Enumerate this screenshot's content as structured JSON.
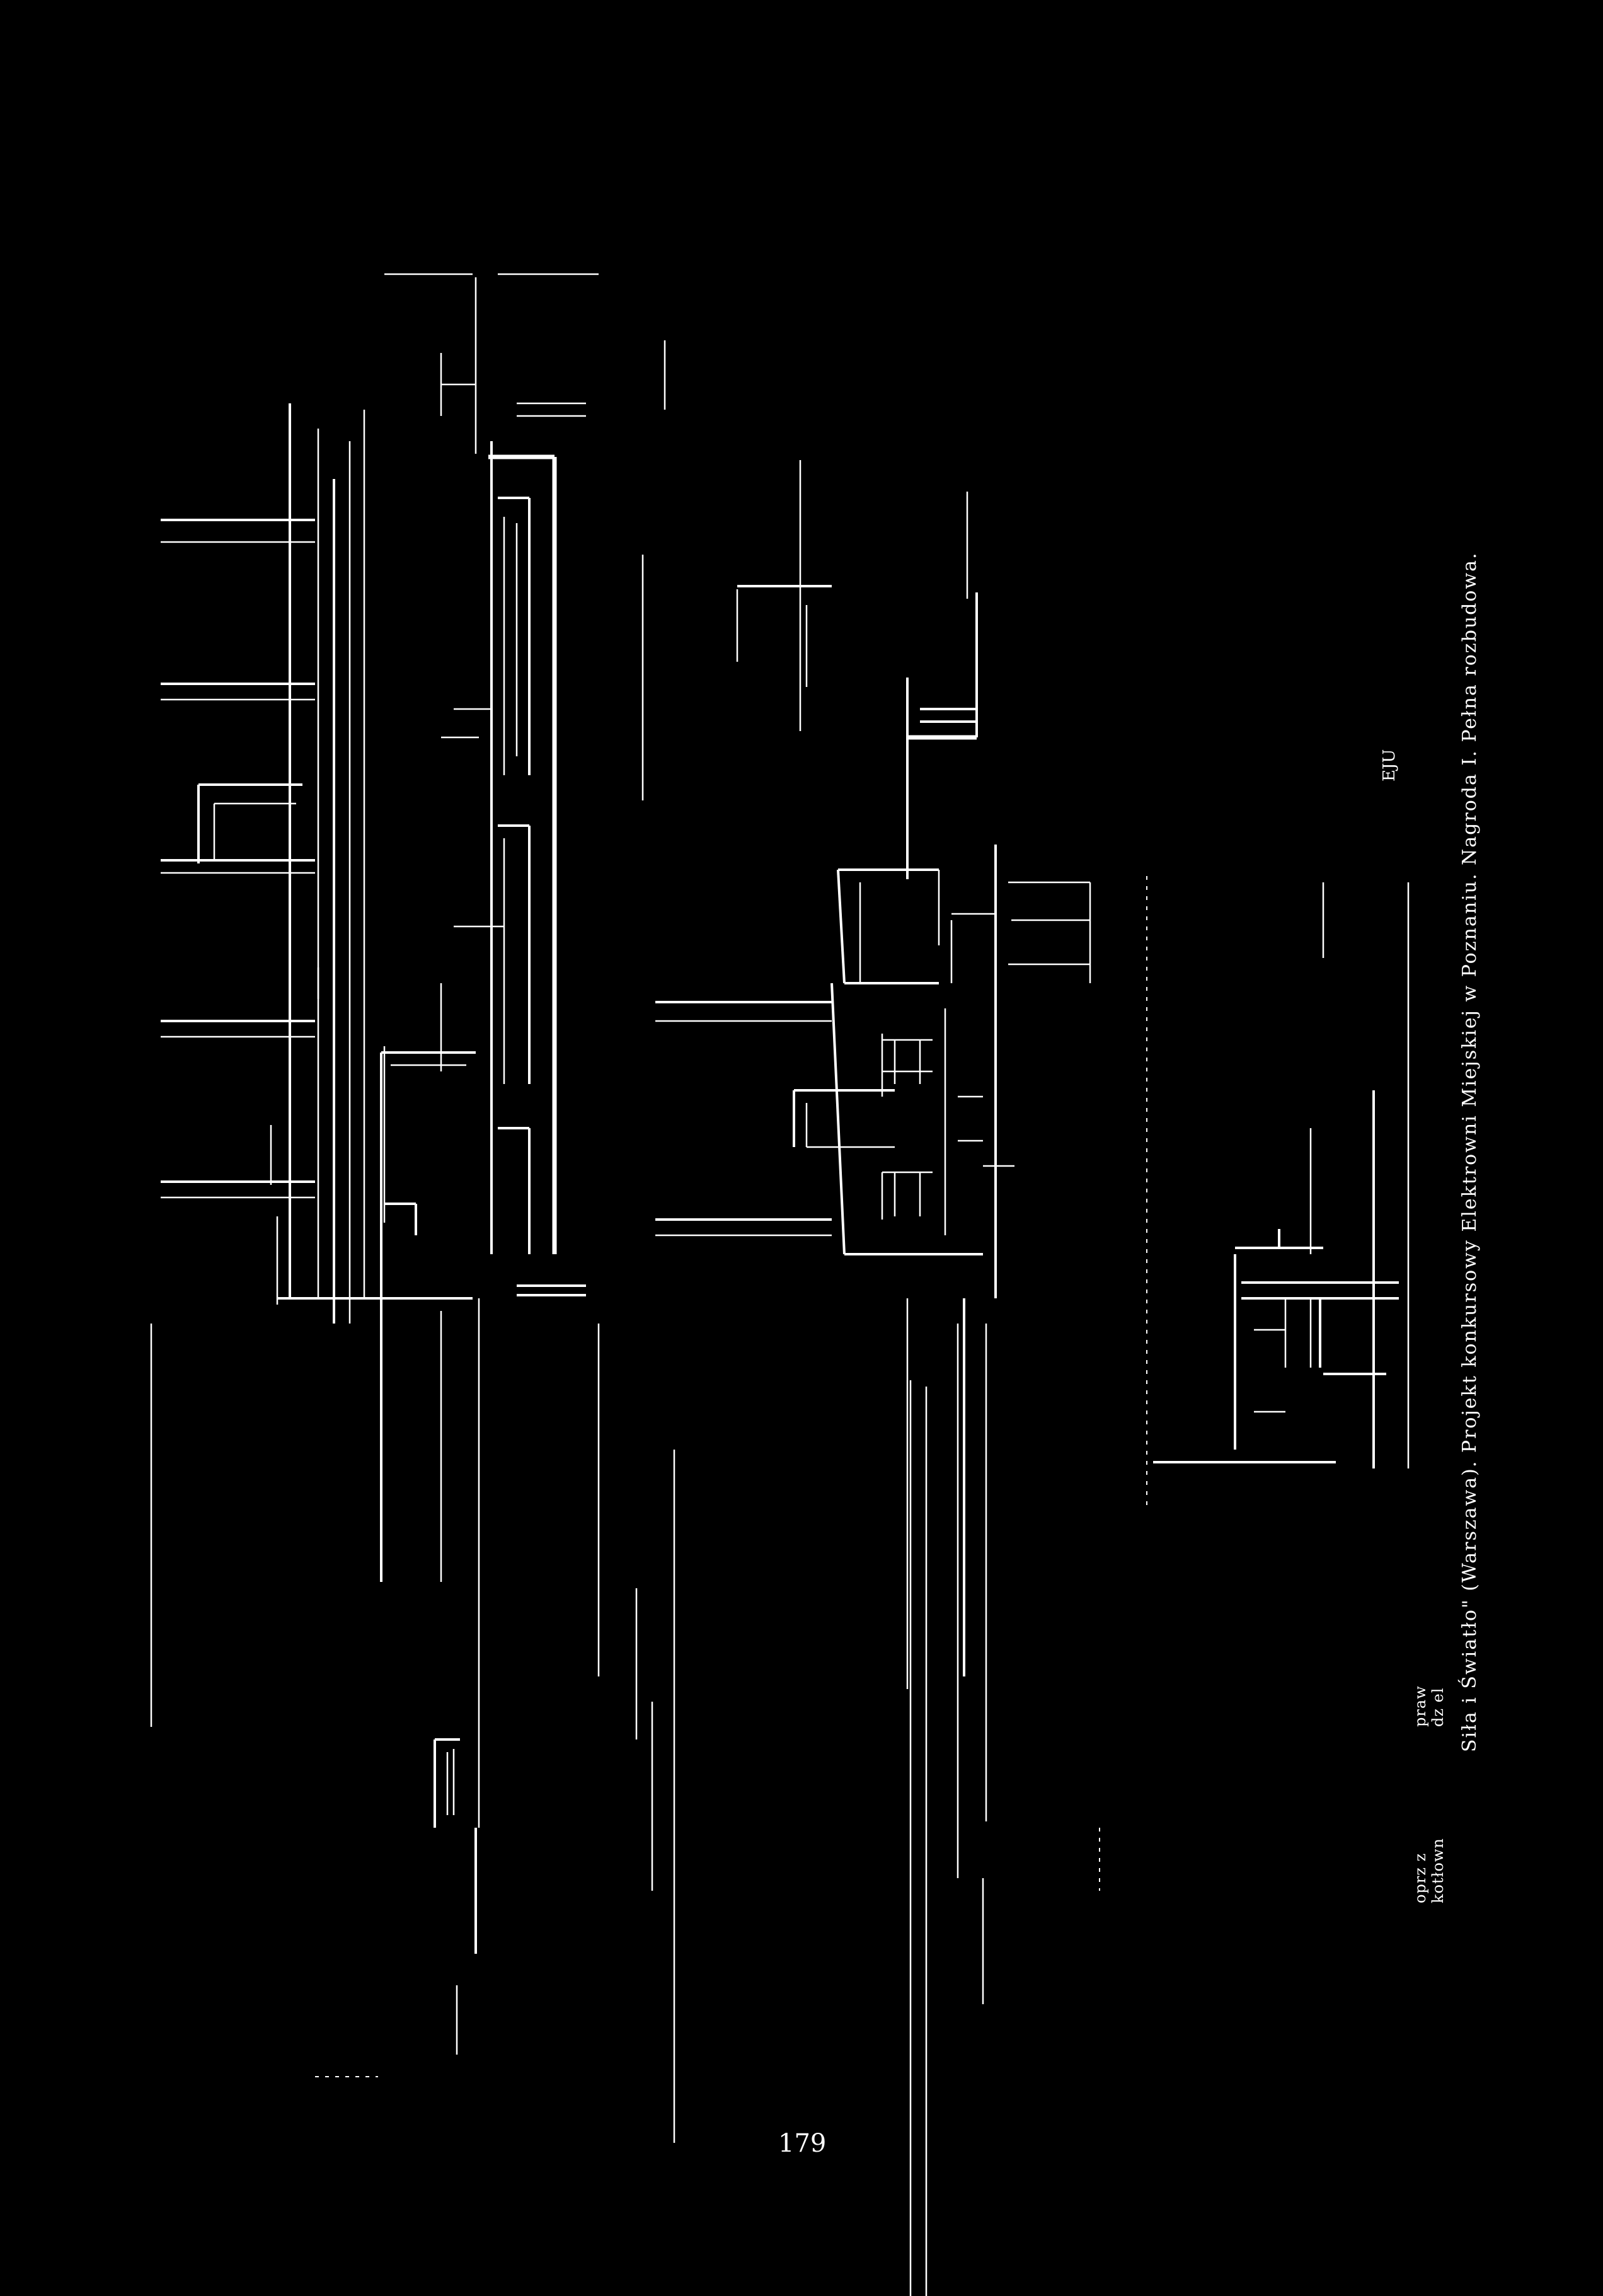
{
  "page": {
    "caption": "Siła i Światło\" (Warszawa). Projekt konkursowy Elektrowni Miejskiej w Poznaniu. Nagroda I. Pełna rozbudowa.",
    "page_number": "179",
    "labels": {
      "label_1_line1": "oprz z",
      "label_1_line2": "kotłown",
      "label_2_line1": "praw",
      "label_2_line2": "dz el",
      "label_3": "EJU"
    },
    "colors": {
      "background": "#000000",
      "ink": "#ffffff"
    }
  }
}
